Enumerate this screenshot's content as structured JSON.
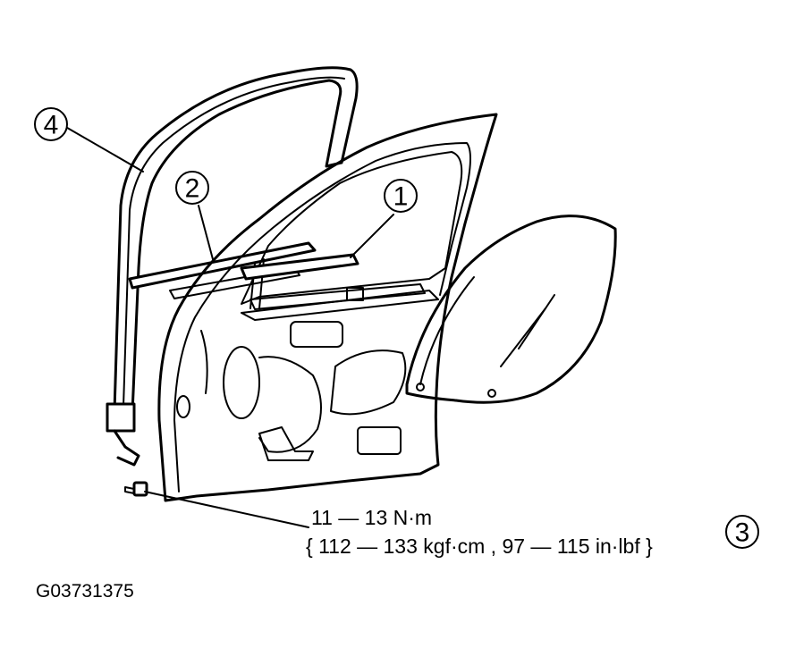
{
  "callouts": {
    "c1": "1",
    "c2": "2",
    "c3": "3",
    "c4": "4"
  },
  "spec": {
    "torque_line": "11 — 13 N·m",
    "alt_units_line": "{ 112 — 133 kgf·cm , 97 — 115 in·lbf }"
  },
  "figure_id": "G03731375"
}
